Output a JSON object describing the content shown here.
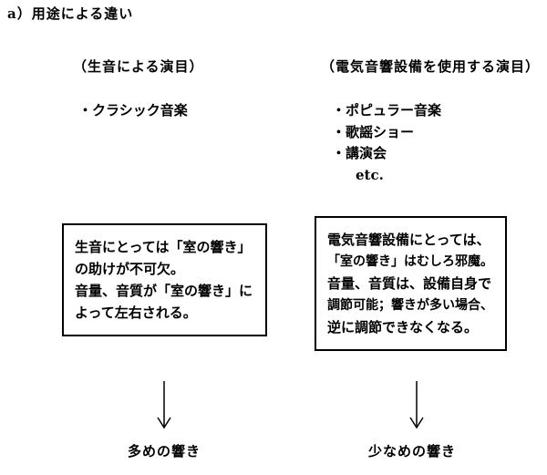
{
  "title": "a）用途による違い",
  "left": {
    "heading": "（生音による演目）",
    "items": [
      "・クラシック音楽"
    ],
    "box_lines": [
      "生音にとっては「室の響き」",
      "の助けが不可欠。",
      "音量、音質が「室の響き」に",
      "よって左右される。"
    ],
    "result": "多めの響き"
  },
  "right": {
    "heading": "（電気音響設備を使用する演目）",
    "items": [
      "・ポピュラー音楽",
      "・歌謡ショー",
      "・講演会"
    ],
    "etc": "etc.",
    "box_lines": [
      "電気音響設備にとっては、",
      "「室の響き」はむしろ邪魔。",
      "音量、音質は、設備自身で",
      "調節可能；響きが多い場合、",
      "逆に調節できなくなる。"
    ],
    "result": "少なめの響き"
  }
}
